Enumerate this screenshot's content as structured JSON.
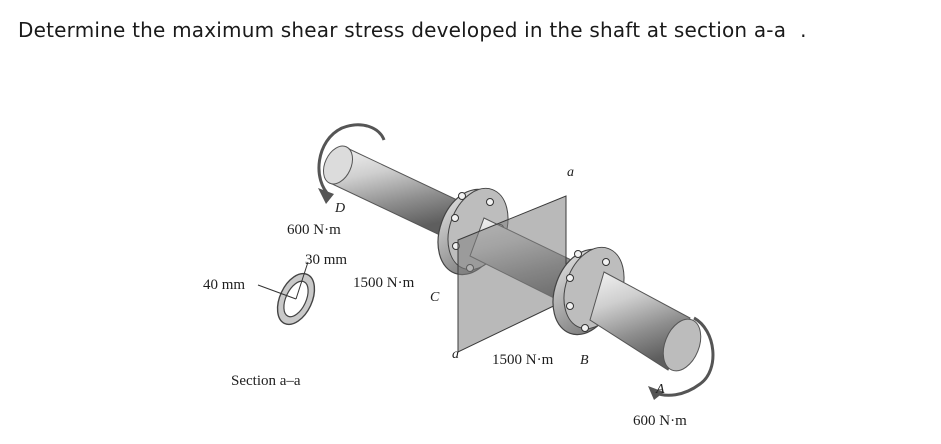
{
  "question": {
    "text": "Determine the maximum shear stress developed in the shaft at section a-a",
    "trailing_dot": "."
  },
  "figure": {
    "labels": {
      "D": "D",
      "torque_D": "600 N·m",
      "inner_radius": "30 mm",
      "outer_radius": "40 mm",
      "torque_C": "1500 N·m",
      "C": "C",
      "a_top": "a",
      "a_bottom": "a",
      "torque_B": "1500 N·m",
      "B": "B",
      "A": "A",
      "torque_A": "600 N·m",
      "section": "Section a–a"
    }
  }
}
